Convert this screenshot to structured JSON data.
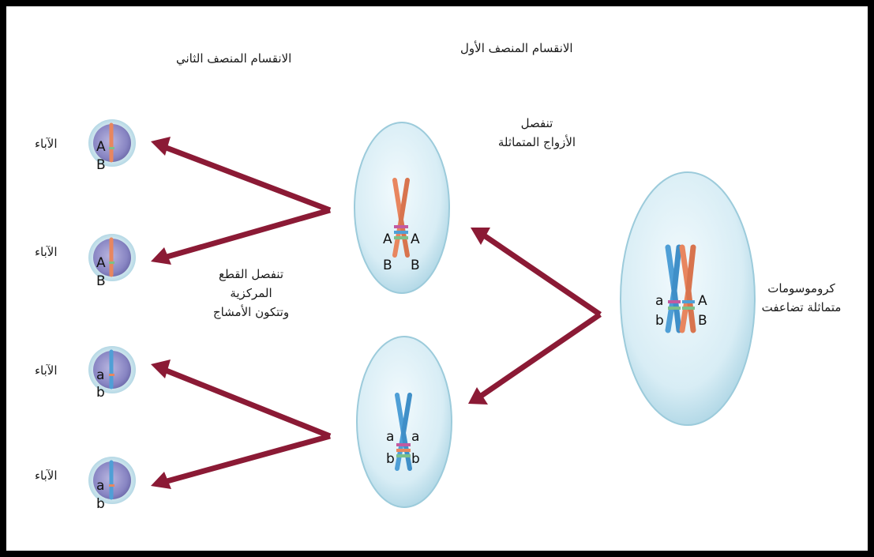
{
  "headers": {
    "meiosis_one": "الانقسام المنصف الأول",
    "meiosis_two": "الانقسام المنصف الثاني"
  },
  "labels": {
    "homologous_duplicated": [
      "كروموسومات",
      "متماثلة تضاعفت"
    ],
    "pairs_separate": [
      "تنفصل",
      "الأزواج المتماثلة"
    ],
    "centromeres_separate": [
      "تنفصل القطع",
      "المركزية",
      "وتتكون الأمشاج"
    ]
  },
  "gametes": [
    {
      "label": "الآباء",
      "top": "A",
      "bottom": "B",
      "chromosome": "orange"
    },
    {
      "label": "الآباء",
      "top": "A",
      "bottom": "B",
      "chromosome": "orange"
    },
    {
      "label": "الآباء",
      "top": "a",
      "bottom": "b",
      "chromosome": "blue"
    },
    {
      "label": "الآباء",
      "top": "a",
      "bottom": "b",
      "chromosome": "blue"
    }
  ],
  "alleles": {
    "parent": {
      "blue_top": "a",
      "blue_bottom": "b",
      "orange_top": "A",
      "orange_bottom": "B"
    },
    "cell_upper": {
      "top_left": "A",
      "bottom_left": "B",
      "top_right": "A",
      "bottom_right": "B"
    },
    "cell_lower": {
      "top_left": "a",
      "bottom_left": "b",
      "top_right": "a",
      "bottom_right": "b"
    }
  },
  "colors": {
    "arrow": "#8b1a35",
    "cell_fill": "#d6ecf3",
    "cell_edge": "#9ccbdb",
    "gamete_fill": "#8a87c4",
    "chromosome_orange": "#e8865f",
    "chromosome_blue": "#4f9fd6"
  }
}
